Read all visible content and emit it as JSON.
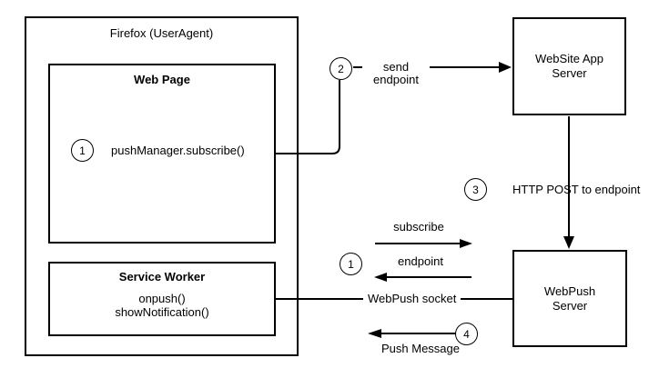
{
  "diagram": {
    "firefox_box": {
      "title": "Firefox (UserAgent)"
    },
    "web_page_box": {
      "title": "Web Page",
      "code_call": "pushManager.subscribe()"
    },
    "service_worker_box": {
      "title": "Service Worker",
      "handlers": [
        "onpush()",
        "showNotification()"
      ]
    },
    "website_app_server_box": {
      "title": "WebSite App\nServer"
    },
    "webpush_server_box": {
      "title": "WebPush\nServer"
    },
    "flow_labels": {
      "send_endpoint": "send endpoint",
      "http_post_to_endpoint": "HTTP POST to endpoint",
      "subscribe": "subscribe",
      "endpoint": "endpoint",
      "webpush_socket": "WebPush socket",
      "push_message": "Push Message"
    },
    "step_badges": {
      "webpage_step": "1",
      "send_step": "2",
      "post_step": "3",
      "exchange_step": "1",
      "push_step": "4"
    },
    "colors": {
      "stroke": "#000000",
      "background": "#ffffff"
    }
  }
}
